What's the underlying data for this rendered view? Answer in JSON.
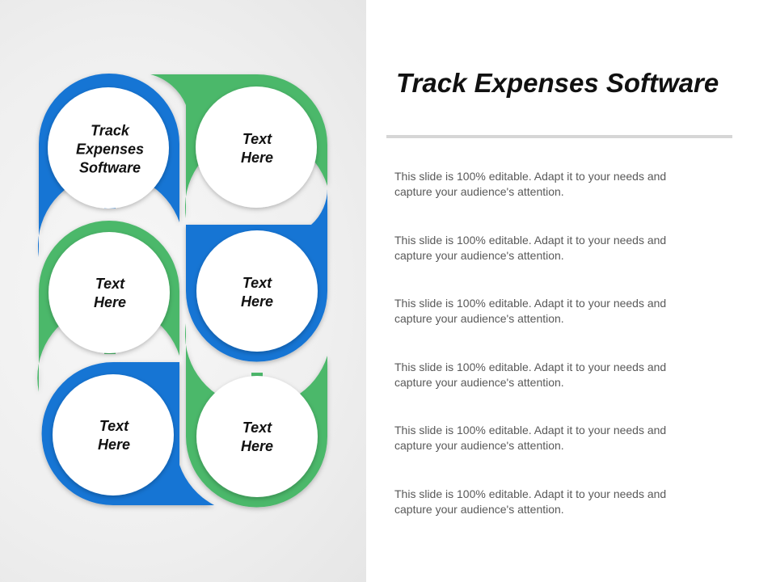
{
  "slide": {
    "title": "Track Expenses Software",
    "colors": {
      "blue": "#1574d4",
      "green": "#4cb86b",
      "text": "#111111",
      "muted": "#595959",
      "divider": "#d6d6d6"
    },
    "nodes": [
      {
        "label": "Track\nExpenses\nSoftware",
        "color": "blue"
      },
      {
        "label": "Text\nHere",
        "color": "green"
      },
      {
        "label": "Text\nHere",
        "color": "green"
      },
      {
        "label": "Text\nHere",
        "color": "blue"
      },
      {
        "label": "Text\nHere",
        "color": "blue"
      },
      {
        "label": "Text\nHere",
        "color": "green"
      }
    ],
    "descriptions": [
      "This slide is 100% editable. Adapt it to your needs and capture your audience's attention.",
      "This slide is 100% editable. Adapt it to your needs and capture your audience's attention.",
      "This slide is 100% editable. Adapt it to your needs and capture your audience's attention.",
      "This slide is 100% editable. Adapt it to your needs and capture your audience's attention.",
      "This slide is 100% editable. Adapt it to your needs and capture your audience's attention.",
      "This slide is 100% editable. Adapt it to your needs and capture your audience's attention."
    ]
  }
}
